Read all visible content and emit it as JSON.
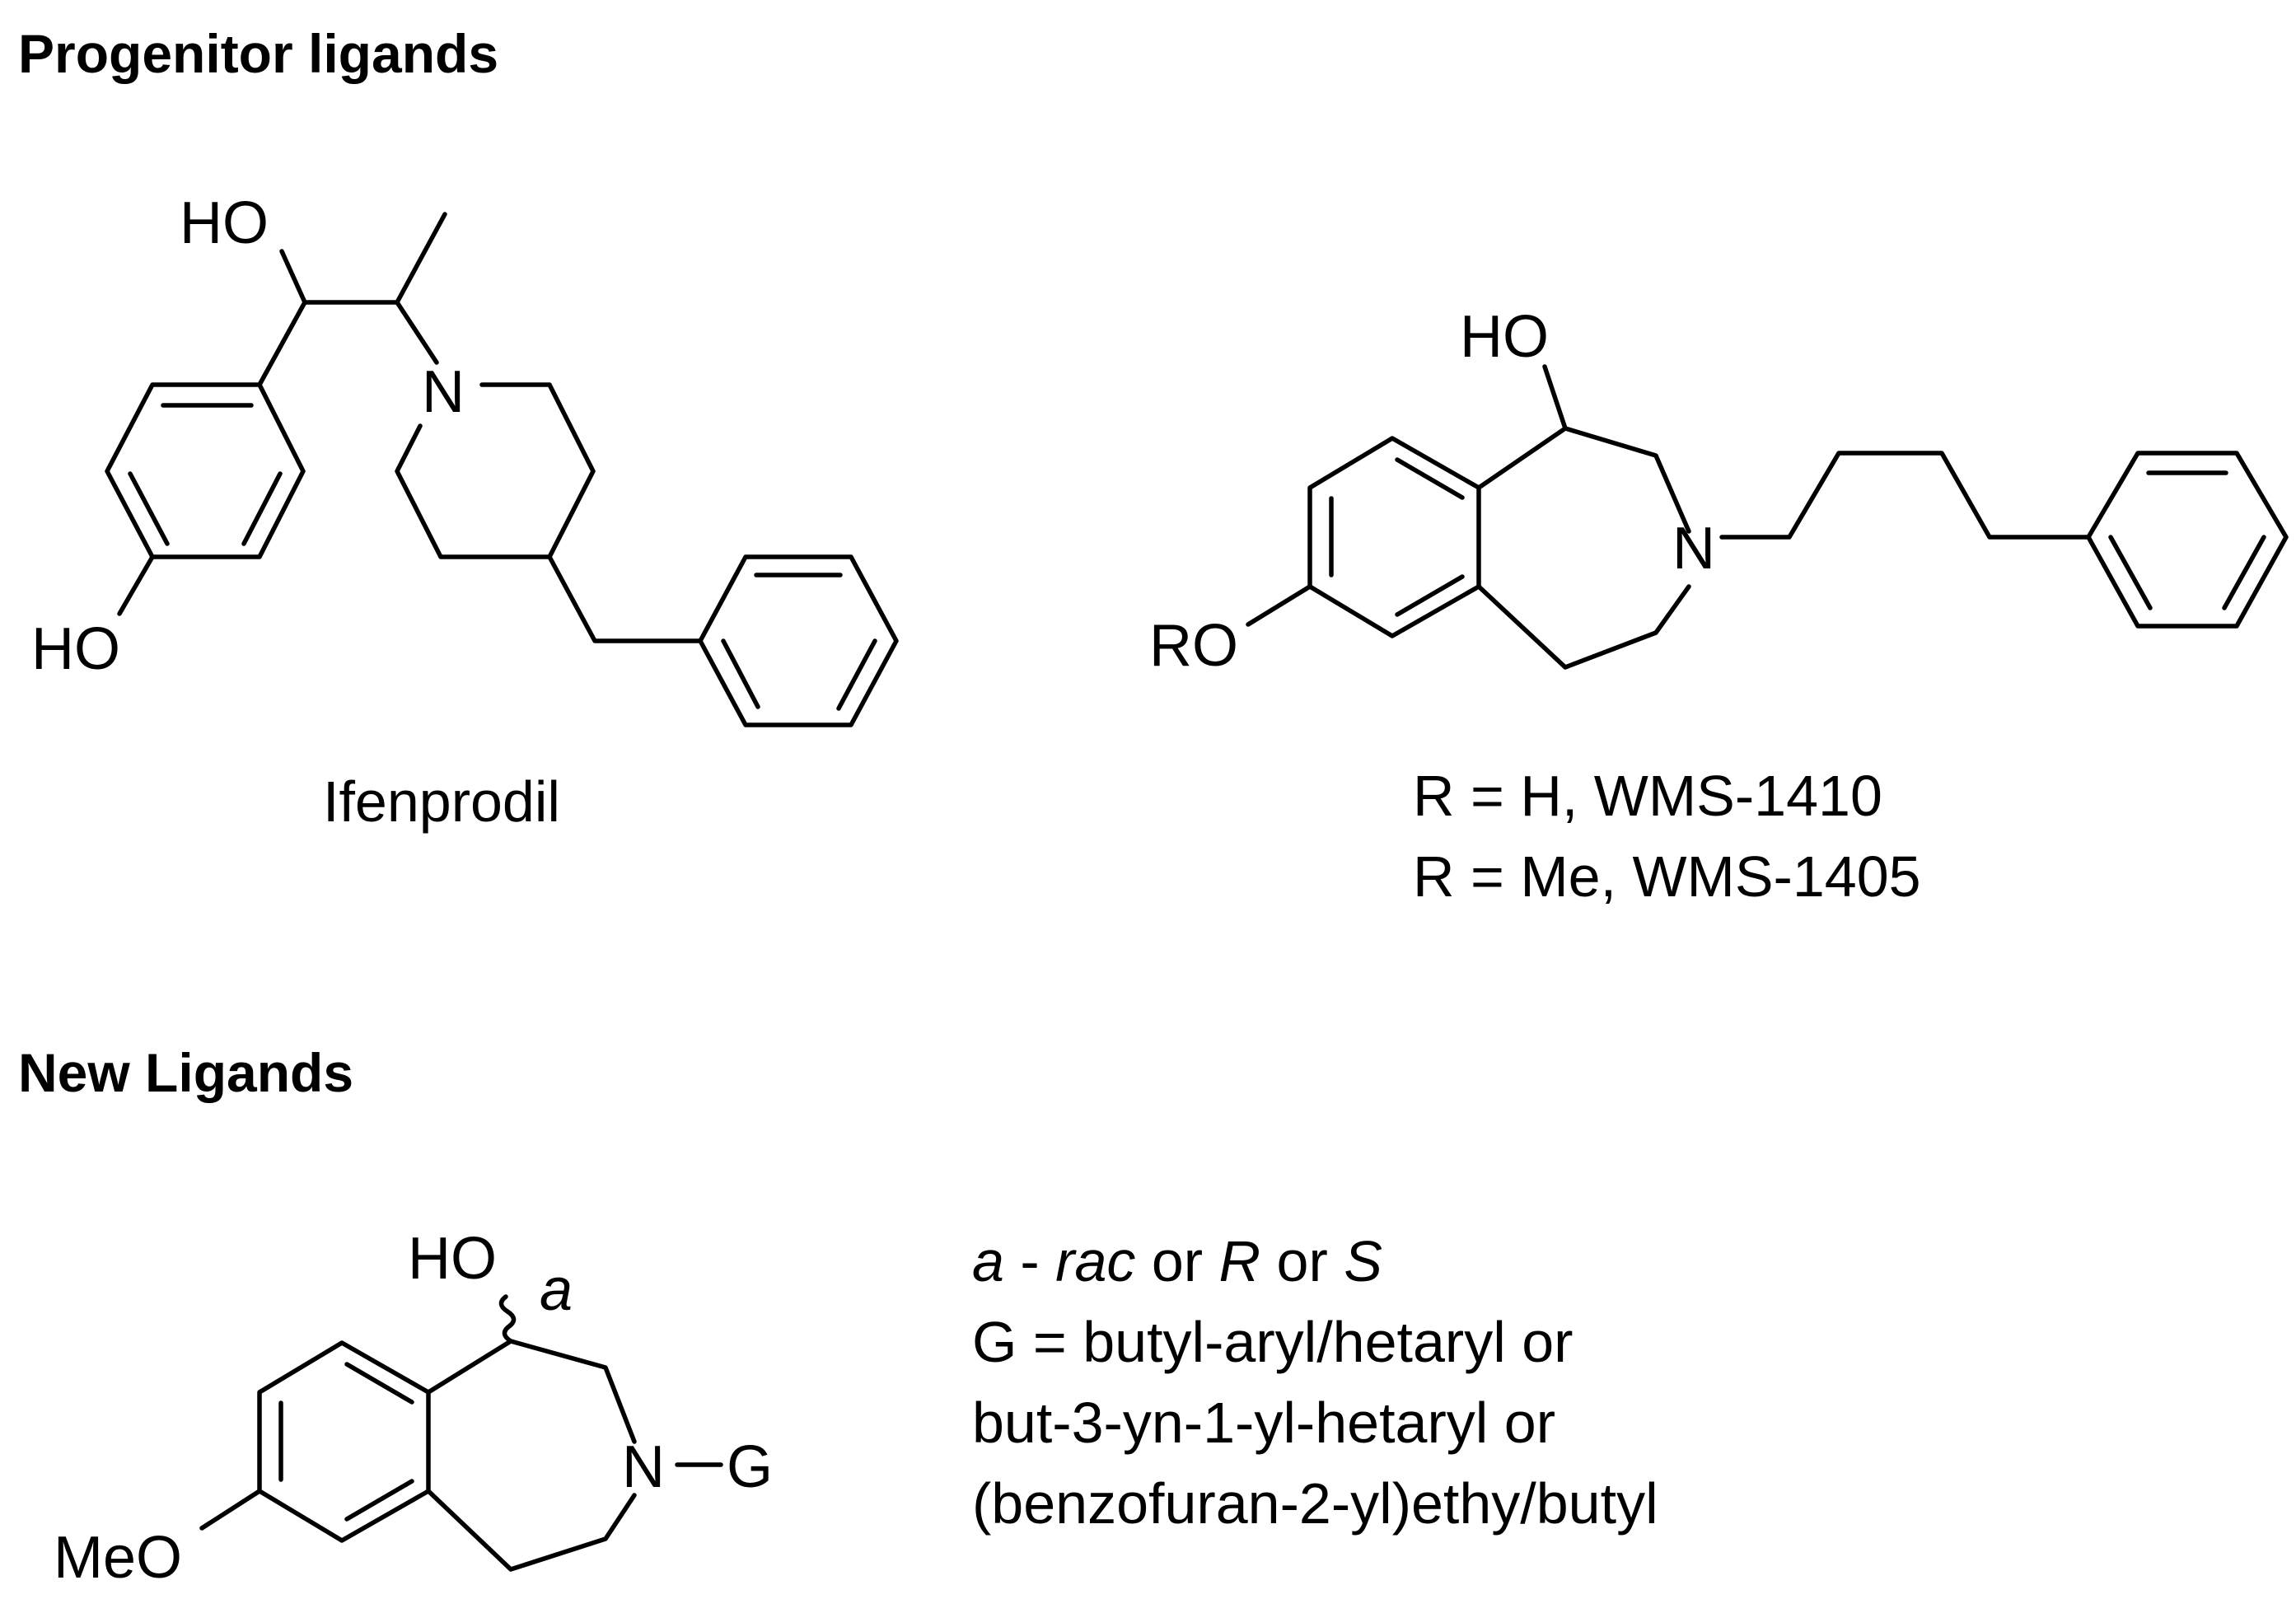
{
  "headings": {
    "progenitor": "Progenitor ligands",
    "new": "New Ligands"
  },
  "ifenprodil": {
    "atoms": {
      "ho_top": "HO",
      "ho_ring": "HO",
      "n": "N"
    },
    "name": "Ifenprodil"
  },
  "wms": {
    "atoms": {
      "ho": "HO",
      "ro": "RO",
      "n": "N"
    },
    "captions": [
      "R = H, WMS-1410",
      "R = Me, WMS-1405"
    ]
  },
  "new_ligand": {
    "atoms": {
      "ho": "HO",
      "meo": "MeO",
      "n": "N",
      "g": "G",
      "stereo": "a"
    },
    "notes": {
      "line1": {
        "a": "a",
        "dash": " - ",
        "rac": "rac",
        "or1": " or ",
        "r": "R",
        "or2": " or ",
        "s": "S"
      },
      "line2": "G = butyl-aryl/hetaryl or",
      "line3": "but-3-yn-1-yl-hetaryl or",
      "line4": "(benzofuran-2-yl)ethy/butyl"
    }
  }
}
